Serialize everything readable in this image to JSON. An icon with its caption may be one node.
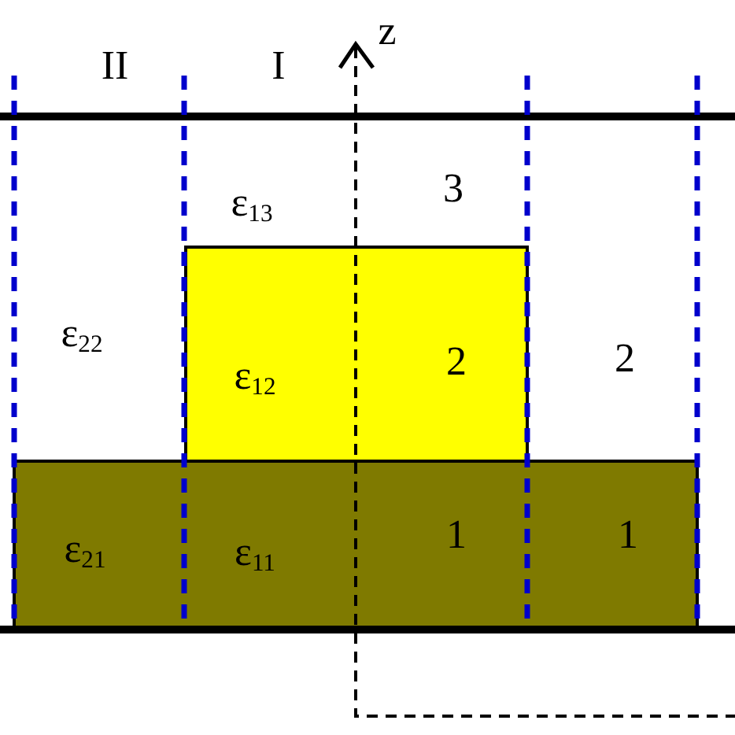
{
  "diagram": {
    "nodes": [
      {
        "text": [
          "ε$_{12}$",
          "2"
        ]
      },
      {
        "text": [
          "ε$_{21}$",
          "ε$_{11}$",
          "1",
          "1"
        ]
      }
    ],
    "labels": [
      "II",
      "I",
      "z",
      "ε$_{13}$",
      "3",
      "ε$_{22}$",
      "2"
    ]
  }
}
